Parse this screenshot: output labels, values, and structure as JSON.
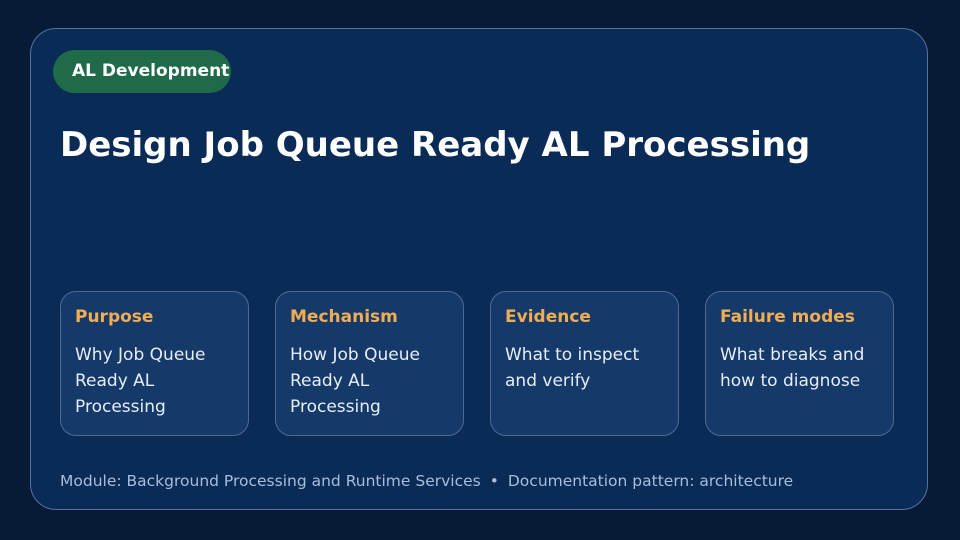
{
  "badge": {
    "label": "AL Development"
  },
  "title": "Design Job Queue Ready AL Processing",
  "cards": [
    {
      "title": "Purpose",
      "body": "Why Job Queue Ready AL Processing"
    },
    {
      "title": "Mechanism",
      "body": "How Job Queue Ready AL Processing"
    },
    {
      "title": "Evidence",
      "body": "What to inspect and verify"
    },
    {
      "title": "Failure modes",
      "body": "What breaks and how to diagnose"
    }
  ],
  "footer": {
    "module": "Module: Background Processing and Runtime Services",
    "separator": "•",
    "pattern": "Documentation pattern: architecture"
  },
  "colors": {
    "page_background": "#071a36",
    "slide_background": "#0b2b57",
    "badge_background": "#1e6a49",
    "card_title": "#f2ad52"
  }
}
